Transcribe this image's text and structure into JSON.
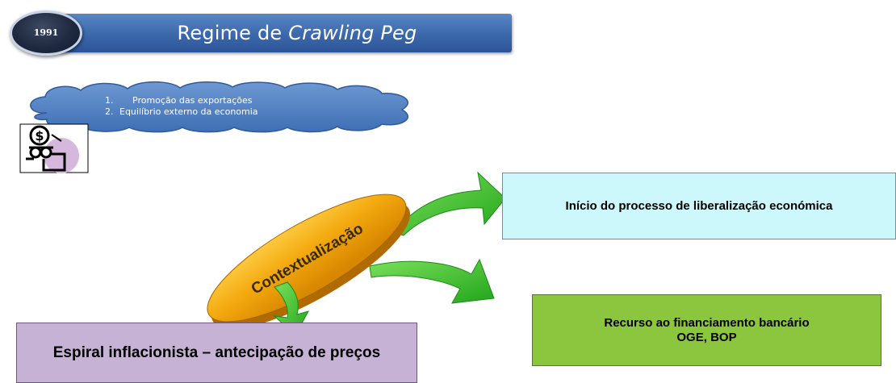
{
  "header": {
    "year": "1991",
    "title_prefix": "Regime de",
    "title_emphasis": "Crawling Peg"
  },
  "cloud": {
    "items": [
      {
        "number": "1.",
        "text": "Promoção das exportações"
      },
      {
        "number": "2.",
        "text": "Equilíbrio externo da economia"
      }
    ]
  },
  "center": {
    "label": "Contextualização"
  },
  "outcomes": {
    "liberalizacao": "Início do processo de liberalização económica",
    "financiamento_line1": "Recurso ao financiamento bancário",
    "financiamento_line2": "OGE, BOP",
    "espiral": "Espiral inflacionista – antecipação de preços"
  },
  "colors": {
    "banner": "#3f6db0",
    "cloud": "#4f81bd",
    "disc": "#f2a900",
    "arrow": "#3fbf2a",
    "box_liberalizacao": "#ccf7fb",
    "box_financiamento": "#8cc63f",
    "box_espiral": "#c6b2d4"
  },
  "icons": [
    "money-face-clipart-icon"
  ]
}
